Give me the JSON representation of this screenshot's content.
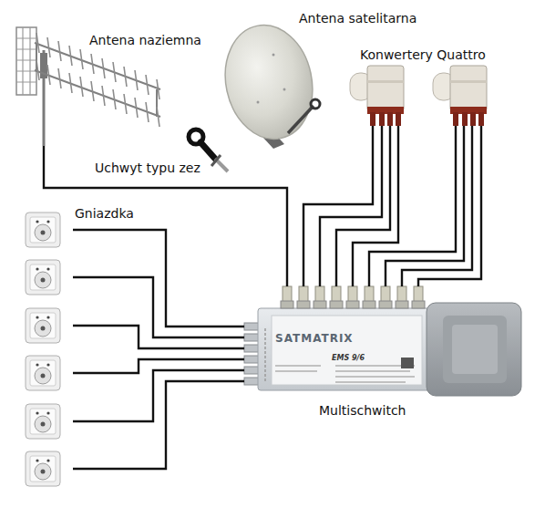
{
  "diagram": {
    "nodes": [
      {
        "text": [
          "Antena naziemna"
        ]
      },
      {
        "text": [
          "Antena satelitarna"
        ]
      },
      {
        "text": [
          "Konwertery Quattro"
        ]
      },
      {
        "text": [
          "SATMATRIX",
          "EMS 9/6",
          "Multischwitch"
        ]
      },
      {
        "text": [
          "Gniazdka"
        ]
      }
    ],
    "edges": [
      {
        "from": 0,
        "to": 3,
        "arrow": "none"
      },
      {
        "from": 2,
        "to": 3,
        "arrow": "none"
      },
      {
        "from": 2,
        "to": 3,
        "arrow": "none"
      },
      {
        "from": 2,
        "to": 3,
        "arrow": "none"
      },
      {
        "from": 2,
        "to": 3,
        "arrow": "none"
      },
      {
        "from": 2,
        "to": 3,
        "arrow": "none"
      },
      {
        "from": 2,
        "to": 3,
        "arrow": "none"
      },
      {
        "from": 2,
        "to": 3,
        "arrow": "none"
      },
      {
        "from": 2,
        "to": 3,
        "arrow": "none"
      },
      {
        "from": 4,
        "to": 3,
        "arrow": "none"
      },
      {
        "from": 4,
        "to": 3,
        "arrow": "none"
      },
      {
        "from": 4,
        "to": 3,
        "arrow": "none"
      },
      {
        "from": 4,
        "to": 3,
        "arrow": "none"
      },
      {
        "from": 4,
        "to": 3,
        "arrow": "none"
      },
      {
        "from": 4,
        "to": 3,
        "arrow": "none"
      }
    ],
    "labels": [
      "Uchwyt typu zez"
    ]
  }
}
